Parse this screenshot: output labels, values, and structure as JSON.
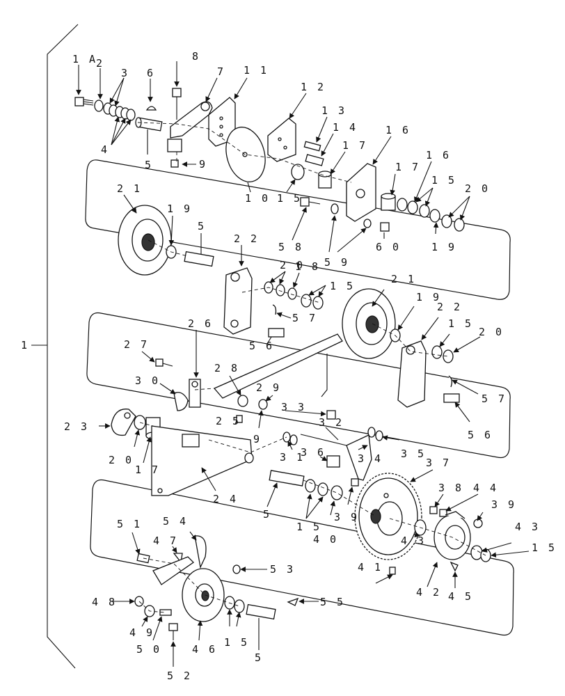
{
  "assembly_label": "1",
  "callouts": [
    {
      "id": "c-1A",
      "text": "1 A"
    },
    {
      "id": "c-2a",
      "text": "2"
    },
    {
      "id": "c-3a",
      "text": "3"
    },
    {
      "id": "c-6a",
      "text": "6"
    },
    {
      "id": "c-8",
      "text": "8"
    },
    {
      "id": "c-7",
      "text": "7"
    },
    {
      "id": "c-11",
      "text": "1 1"
    },
    {
      "id": "c-12",
      "text": "1 2"
    },
    {
      "id": "c-13",
      "text": "1 3"
    },
    {
      "id": "c-14",
      "text": "1 4"
    },
    {
      "id": "c-16a",
      "text": "1 6"
    },
    {
      "id": "c-17a",
      "text": "1 7"
    },
    {
      "id": "c-4",
      "text": "4"
    },
    {
      "id": "c-5a",
      "text": "5"
    },
    {
      "id": "c-9a",
      "text": "9"
    },
    {
      "id": "c-10",
      "text": "1 0"
    },
    {
      "id": "c-15a",
      "text": "1 5"
    },
    {
      "id": "c-17b",
      "text": "1 7"
    },
    {
      "id": "c-16b",
      "text": "1 6"
    },
    {
      "id": "c-15b",
      "text": "1 5"
    },
    {
      "id": "c-20a",
      "text": "2 0"
    },
    {
      "id": "c-21a",
      "text": "2 1"
    },
    {
      "id": "c-19a",
      "text": "1 9"
    },
    {
      "id": "c-5b",
      "text": "5"
    },
    {
      "id": "c-58",
      "text": "5 8"
    },
    {
      "id": "c-60",
      "text": "6 0"
    },
    {
      "id": "c-19b",
      "text": "1 9"
    },
    {
      "id": "c-59",
      "text": "5 9"
    },
    {
      "id": "c-22a",
      "text": "2 2"
    },
    {
      "id": "c-18",
      "text": "1 8"
    },
    {
      "id": "c-20b",
      "text": "2 0"
    },
    {
      "id": "c-15c",
      "text": "1 5"
    },
    {
      "id": "c-57a",
      "text": "5 7"
    },
    {
      "id": "c-56a",
      "text": "5 6"
    },
    {
      "id": "c-21b",
      "text": "2 1"
    },
    {
      "id": "c-19c",
      "text": "1 9"
    },
    {
      "id": "c-22b",
      "text": "2 2"
    },
    {
      "id": "c-15d",
      "text": "1 5"
    },
    {
      "id": "c-20c",
      "text": "2 0"
    },
    {
      "id": "c-26",
      "text": "2 6"
    },
    {
      "id": "c-27",
      "text": "2 7"
    },
    {
      "id": "c-28",
      "text": "2 8"
    },
    {
      "id": "c-29",
      "text": "2 9"
    },
    {
      "id": "c-30",
      "text": "3 0"
    },
    {
      "id": "c-33",
      "text": "3 3"
    },
    {
      "id": "c-32",
      "text": "3 2"
    },
    {
      "id": "c-57b",
      "text": "5 7"
    },
    {
      "id": "c-23",
      "text": "2 3"
    },
    {
      "id": "c-25",
      "text": "2 5"
    },
    {
      "id": "c-9b",
      "text": "9"
    },
    {
      "id": "c-56b",
      "text": "5 6"
    },
    {
      "id": "c-20d",
      "text": "2 0"
    },
    {
      "id": "c-17c",
      "text": "1 7"
    },
    {
      "id": "c-31",
      "text": "3 1"
    },
    {
      "id": "c-36",
      "text": "3 6"
    },
    {
      "id": "c-34",
      "text": "3 4"
    },
    {
      "id": "c-35",
      "text": "3 5"
    },
    {
      "id": "c-37",
      "text": "3 7"
    },
    {
      "id": "c-24",
      "text": "2 4"
    },
    {
      "id": "c-38",
      "text": "3 8"
    },
    {
      "id": "c-44",
      "text": "4 4"
    },
    {
      "id": "c-5c",
      "text": "5"
    },
    {
      "id": "c-15e",
      "text": "1 5"
    },
    {
      "id": "c-39a",
      "text": "3 9"
    },
    {
      "id": "c-39b",
      "text": "3 9"
    },
    {
      "id": "c-40",
      "text": "4 0"
    },
    {
      "id": "c-43a",
      "text": "4 3"
    },
    {
      "id": "c-43b",
      "text": "4 3"
    },
    {
      "id": "c-15f",
      "text": "1 5"
    },
    {
      "id": "c-51",
      "text": "5 1"
    },
    {
      "id": "c-54",
      "text": "5 4"
    },
    {
      "id": "c-47",
      "text": "4 7"
    },
    {
      "id": "c-53",
      "text": "5 3"
    },
    {
      "id": "c-41",
      "text": "4 1"
    },
    {
      "id": "c-42",
      "text": "4 2"
    },
    {
      "id": "c-45",
      "text": "4 5"
    },
    {
      "id": "c-48",
      "text": "4 8"
    },
    {
      "id": "c-55",
      "text": "5 5"
    },
    {
      "id": "c-49",
      "text": "4 9"
    },
    {
      "id": "c-15g",
      "text": "1 5"
    },
    {
      "id": "c-50",
      "text": "5 0"
    },
    {
      "id": "c-46",
      "text": "4 6"
    },
    {
      "id": "c-5d",
      "text": "5"
    },
    {
      "id": "c-52",
      "text": "5 2"
    }
  ]
}
